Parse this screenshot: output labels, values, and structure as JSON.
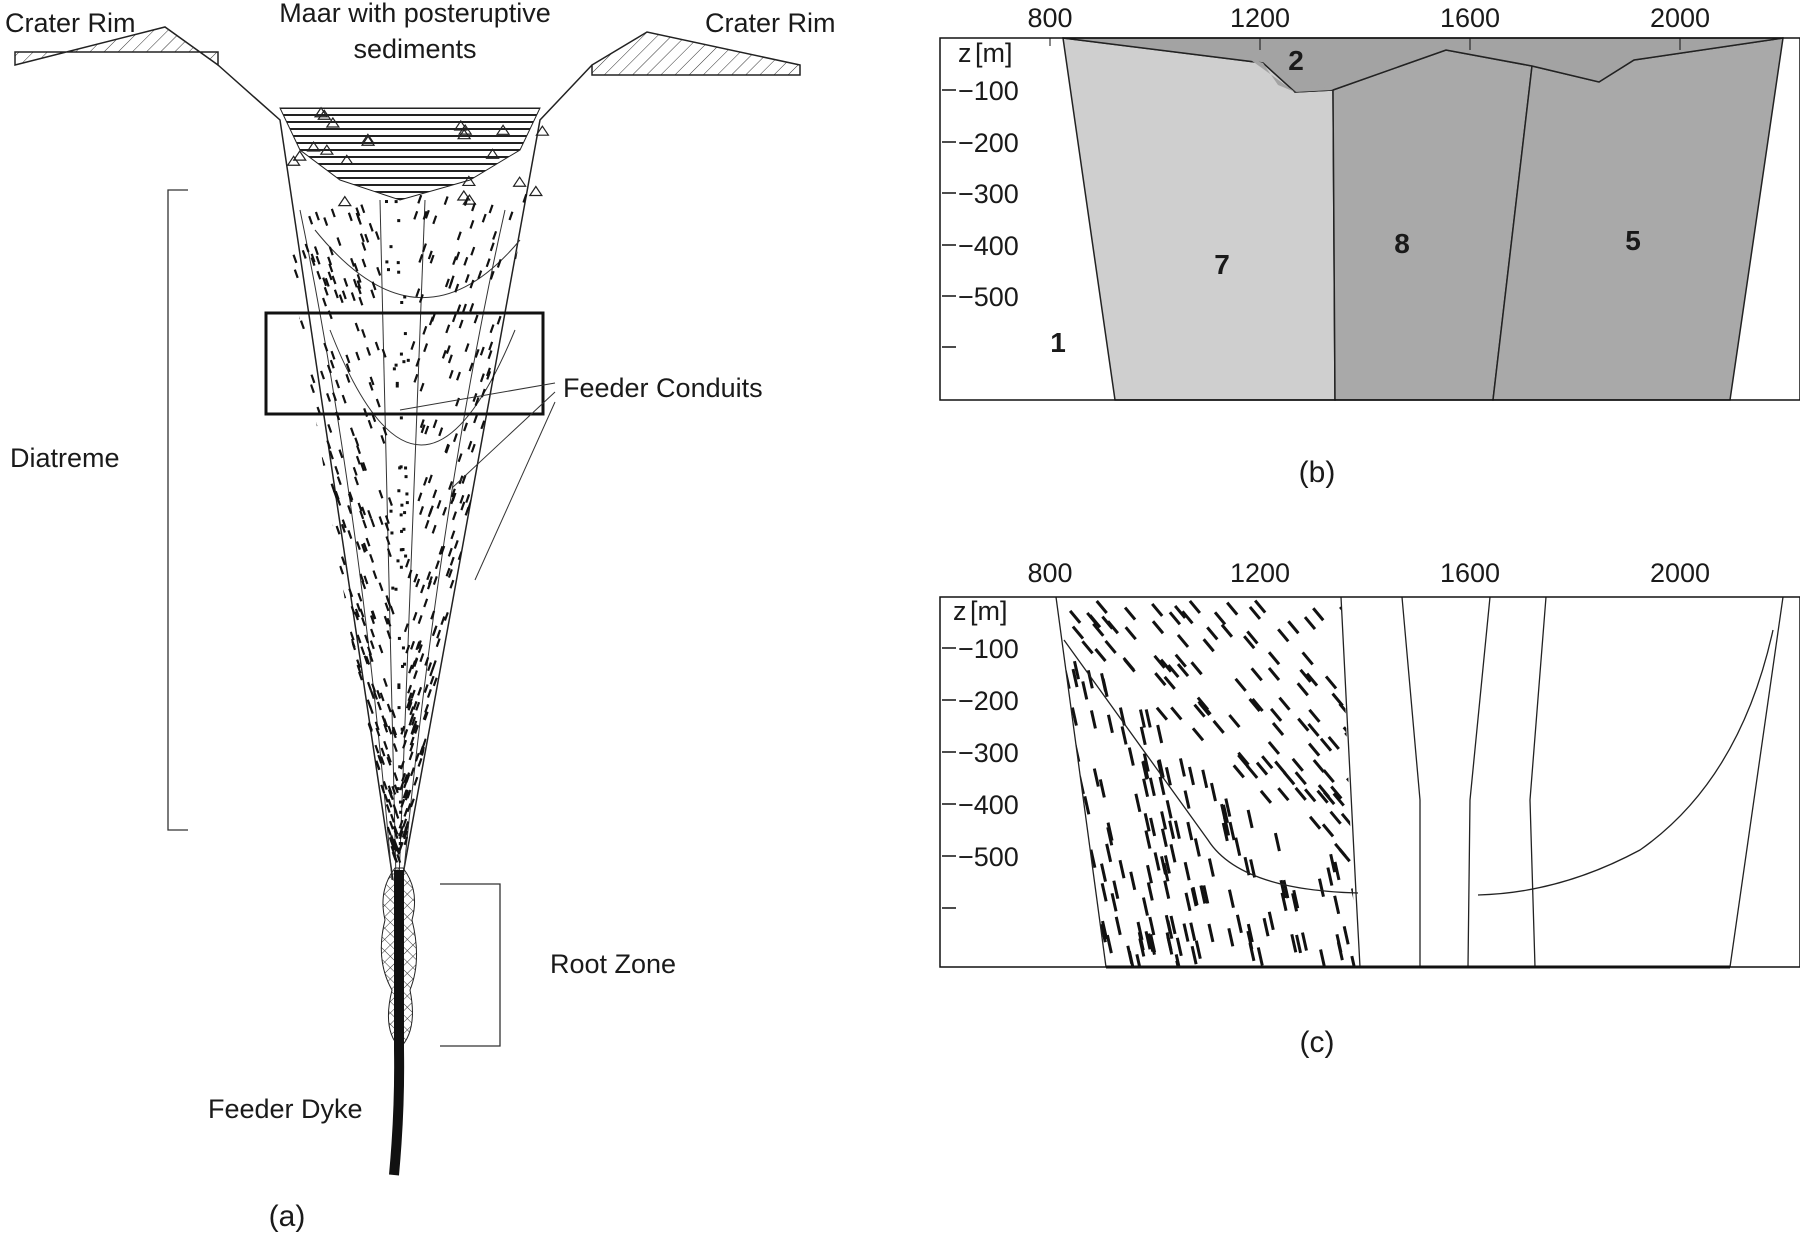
{
  "panel_a": {
    "crater_rim_left": "Crater Rim",
    "crater_rim_right": "Crater Rim",
    "maar_line1": "Maar with posteruptive",
    "maar_line2": "sediments",
    "feeder_conduits": "Feeder Conduits",
    "diatreme": "Diatreme",
    "root_zone": "Root Zone",
    "feeder_dyke": "Feeder Dyke",
    "caption": "(a)"
  },
  "panel_b": {
    "x_ticks": [
      "800",
      "1200",
      "1600",
      "2000"
    ],
    "z_label_1": "z",
    "z_label_2": "[m]",
    "depth_ticks": [
      "−100",
      "−200",
      "−300",
      "−400",
      "−500"
    ],
    "zones": [
      "1",
      "2",
      "7",
      "8",
      "5"
    ],
    "caption": "(b)",
    "colors": {
      "zone7": "#cfcfcf",
      "zone8": "#a9a9a9",
      "zone5": "#a9a9a9",
      "zone2": "#a3a3a3",
      "zone1": "#ffffff"
    }
  },
  "panel_c": {
    "x_ticks": [
      "800",
      "1200",
      "1600",
      "2000"
    ],
    "z_label_1": "z",
    "z_label_2": "[m]",
    "depth_ticks": [
      "−100",
      "−200",
      "−300",
      "−400",
      "−500"
    ],
    "caption": "(c)"
  }
}
